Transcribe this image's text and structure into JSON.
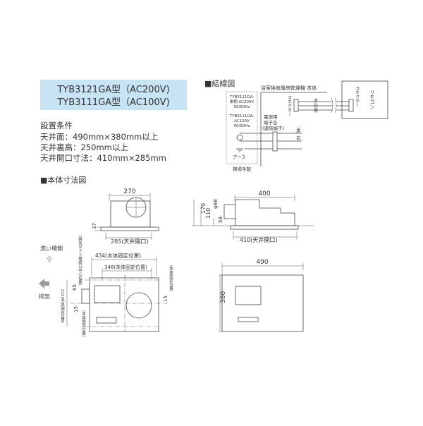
{
  "models": {
    "line1": "TYB3121GA型（AC200V)",
    "line2": "TYB3111GA型（AC100V)",
    "bg_color": "#c6e4f4"
  },
  "conditions": {
    "title": "設置条件",
    "ceiling": "天井面：490mm×380mm以上",
    "ceiling_space": "天井裏高：250mm以上",
    "opening": "天井開口寸法：410mm×285mm"
  },
  "wiring": {
    "title": "■結線図",
    "body_label": "浴室換気暖房乾燥機 本体",
    "remote": "リモコン",
    "connector": "コネクター",
    "remote_connector": "コネクター",
    "supply1": "TYB3121GA:",
    "supply1b": "単相 AC200V",
    "supply1c": "50/60Hz",
    "supply2": "TYB3111GA:",
    "supply2b": "AC100V",
    "supply2c": "50/60Hz",
    "terminal1": "電源用",
    "terminal2": "端子台",
    "terminal3": "(速結端子)",
    "wire_red": "赤",
    "wire_white": "白",
    "wire_black": "黒",
    "pwr_black": "黒",
    "pwr_white": "白",
    "earth": "アース",
    "field": "現場手配"
  },
  "dimensions": {
    "title": "■本体寸法図",
    "d270": "270",
    "d37": "37",
    "d285": "285(天井開口)",
    "d400": "400",
    "d170": "170",
    "d110": "110",
    "d98": "φ98",
    "d58": "58",
    "d410": "410(天井開口)",
    "d434": "434(本体固定位置)",
    "d348": "348(本体固定位置)",
    "d65": "65",
    "d15a": "15",
    "d15b": "15",
    "d312": "312(本体固定位置)",
    "duct": "(排気ダクト接続口中心位置)",
    "fix1": "(本体固定位置)",
    "fix2": "(本体固定位置)",
    "wash": "洗い場側",
    "exhaust": "排気",
    "d490": "490",
    "d380": "380"
  }
}
